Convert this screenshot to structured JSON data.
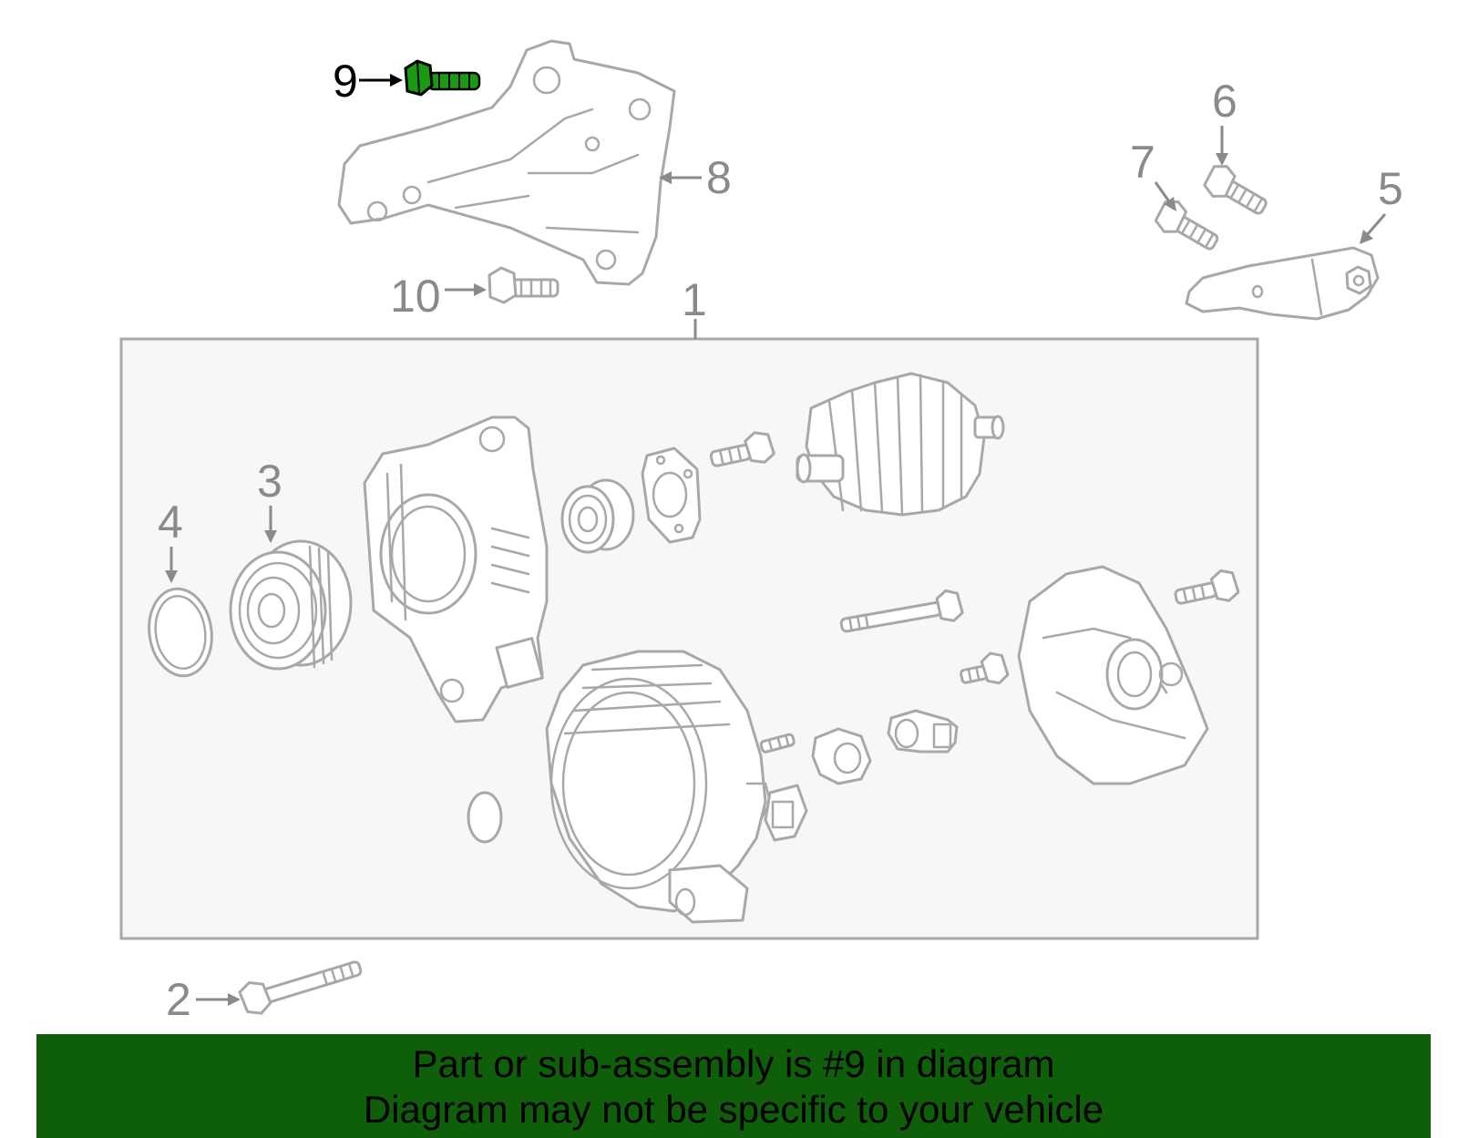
{
  "colors": {
    "highlight_part": "#1a9a10",
    "banner_bg": "#0f5f0a",
    "box_bg": "#f7f7f7",
    "line_gray": "#a8a8a8",
    "label_gray": "#8a8a8a"
  },
  "callouts": [
    {
      "id": "1",
      "label": "1"
    },
    {
      "id": "2",
      "label": "2"
    },
    {
      "id": "3",
      "label": "3"
    },
    {
      "id": "4",
      "label": "4"
    },
    {
      "id": "5",
      "label": "5"
    },
    {
      "id": "6",
      "label": "6"
    },
    {
      "id": "7",
      "label": "7"
    },
    {
      "id": "8",
      "label": "8"
    },
    {
      "id": "9",
      "label": "9",
      "highlighted": true
    },
    {
      "id": "10",
      "label": "10"
    }
  ],
  "banner": {
    "line1": "Part or sub-assembly is #9 in diagram",
    "line2": "Diagram may not be specific to your vehicle"
  }
}
